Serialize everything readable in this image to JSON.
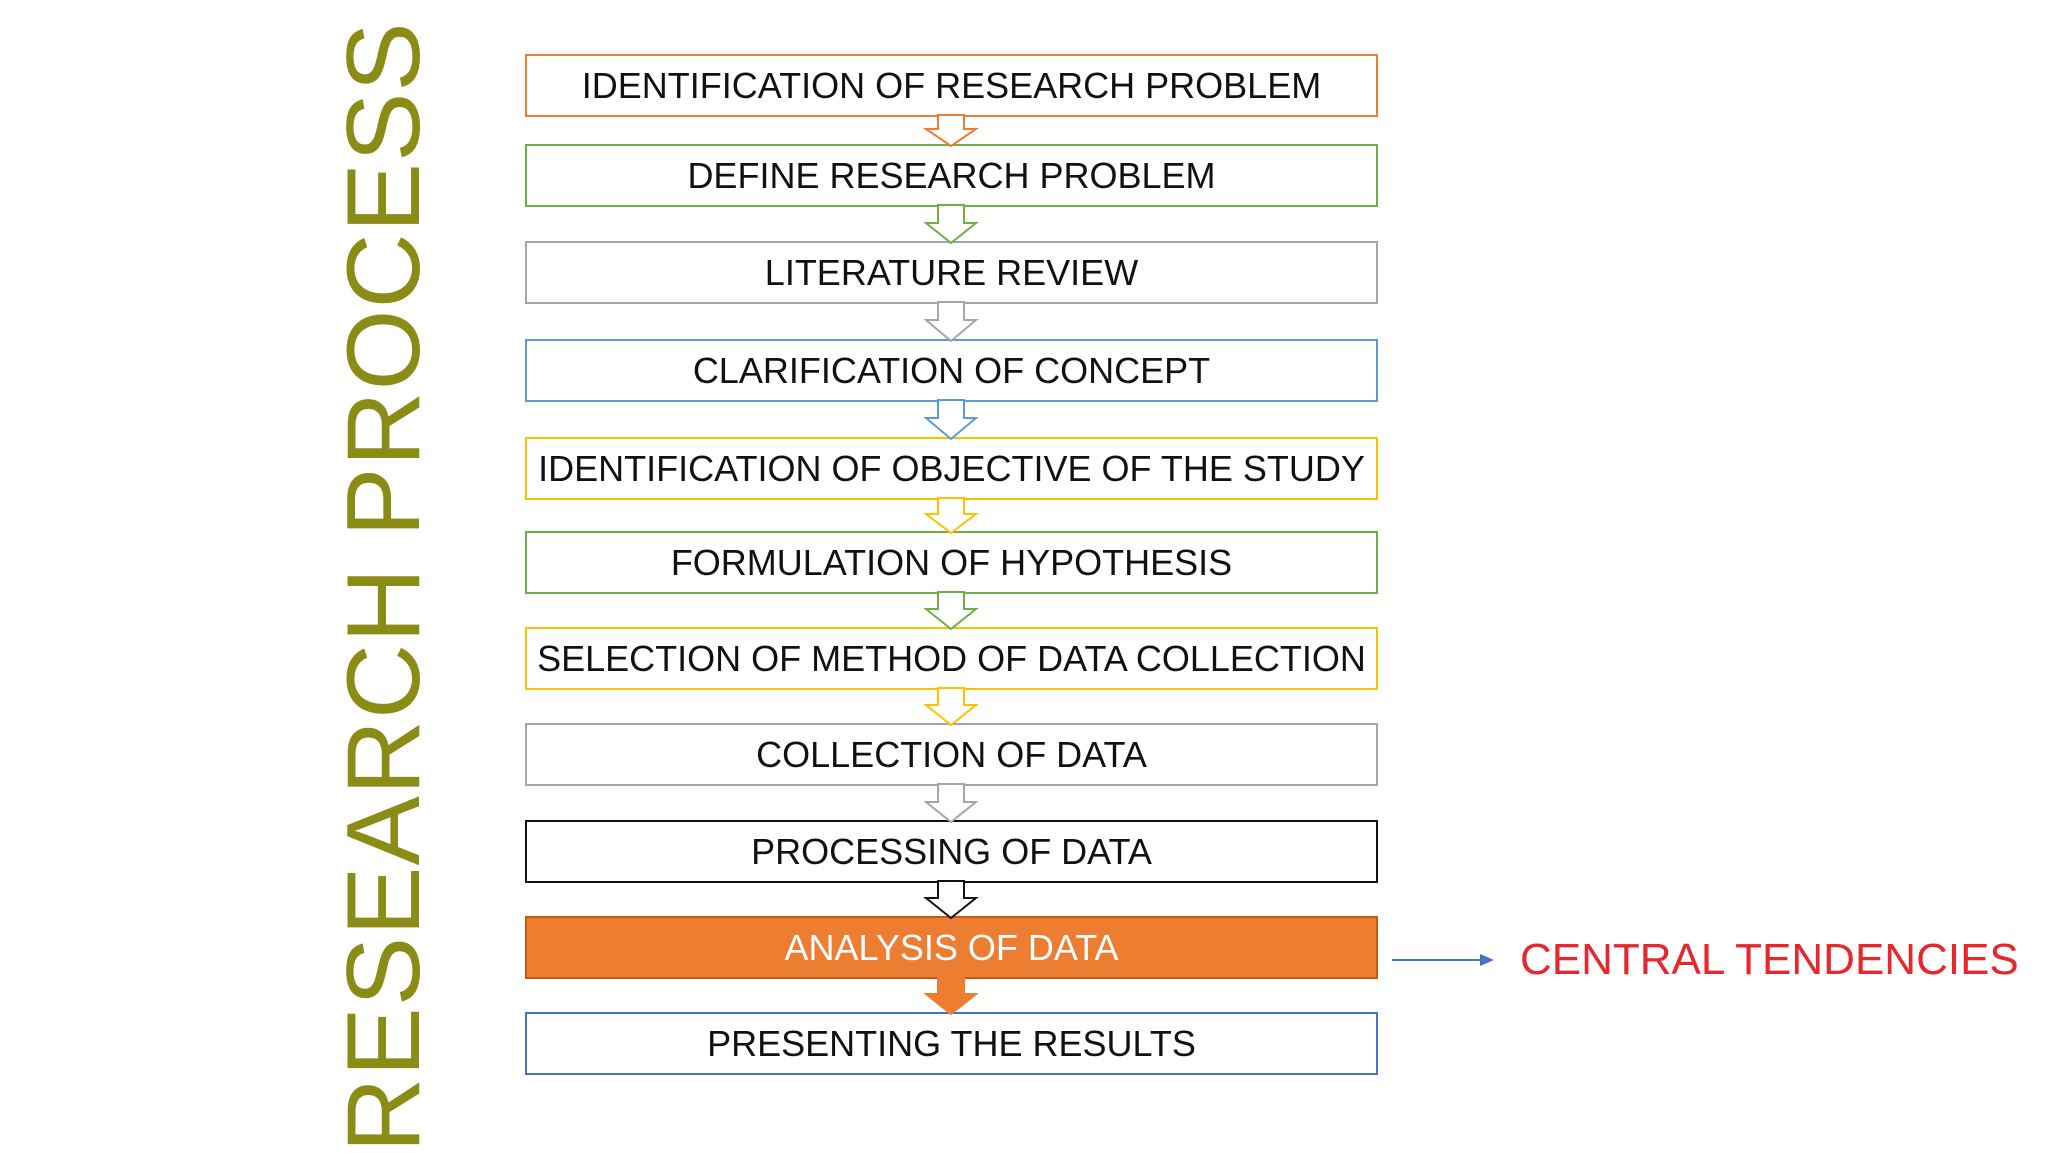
{
  "side_title": {
    "text": "RESEARCH PROCESS",
    "color": "#8b8c16"
  },
  "steps": [
    {
      "label": "IDENTIFICATION OF RESEARCH PROBLEM",
      "border": "#ed7d31",
      "fill": "#ffffff",
      "text_color": "#111111",
      "arrow": "#ed7d31"
    },
    {
      "label": "DEFINE RESEARCH PROBLEM",
      "border": "#70ad47",
      "fill": "#ffffff",
      "text_color": "#111111",
      "arrow": "#70ad47"
    },
    {
      "label": "LITERATURE REVIEW",
      "border": "#a5a5a5",
      "fill": "#ffffff",
      "text_color": "#111111",
      "arrow": "#a5a5a5"
    },
    {
      "label": "CLARIFICATION OF CONCEPT",
      "border": "#5b9bd5",
      "fill": "#ffffff",
      "text_color": "#111111",
      "arrow": "#5b9bd5"
    },
    {
      "label": "IDENTIFICATION OF OBJECTIVE OF THE STUDY",
      "border": "#ffc000",
      "fill": "#ffffff",
      "text_color": "#111111",
      "arrow": "#ffc000"
    },
    {
      "label": "FORMULATION OF HYPOTHESIS",
      "border": "#70ad47",
      "fill": "#ffffff",
      "text_color": "#111111",
      "arrow": "#70ad47"
    },
    {
      "label": "SELECTION OF METHOD OF DATA COLLECTION",
      "border": "#ffc000",
      "fill": "#ffffff",
      "text_color": "#111111",
      "arrow": "#ffc000"
    },
    {
      "label": "COLLECTION OF DATA",
      "border": "#a5a5a5",
      "fill": "#ffffff",
      "text_color": "#111111",
      "arrow": "#a5a5a5"
    },
    {
      "label": "PROCESSING OF DATA",
      "border": "#111111",
      "fill": "#ffffff",
      "text_color": "#111111",
      "arrow": "#111111"
    },
    {
      "label": "ANALYSIS OF DATA",
      "border": "#c55a11",
      "fill": "#ed7d31",
      "text_color": "#ffffff",
      "arrow": "#ed7d31",
      "arrow_filled": true
    },
    {
      "label": "PRESENTING THE RESULTS",
      "border": "#4472c4",
      "fill": "#ffffff",
      "text_color": "#111111"
    }
  ],
  "callout": {
    "label": "CENTRAL TENDENCIES",
    "label_color": "#e8262b",
    "arrow_color": "#4472c4"
  }
}
